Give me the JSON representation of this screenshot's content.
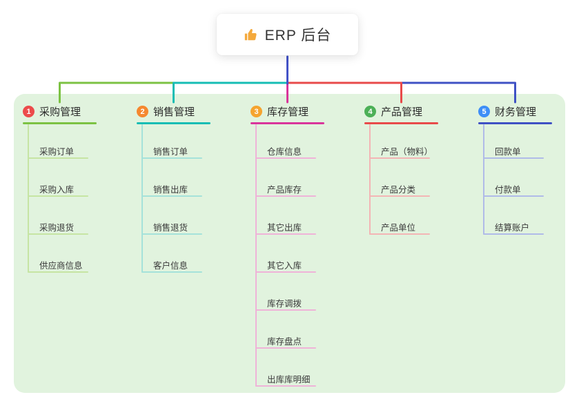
{
  "root": {
    "label": "ERP 后台",
    "icon": "thumbs-up-icon"
  },
  "colors": {
    "panel_bg": "#e1f3de",
    "stem": "#4353c8",
    "thumb": "#f4a93c"
  },
  "branches": [
    {
      "num": "1",
      "label": "采购管理",
      "badge_color": "#ec4b4b",
      "line_color": "#7cc243",
      "child_line_color": "#c6e5a3",
      "children": [
        "采购订单",
        "采购入库",
        "采购退货",
        "供应商信息"
      ]
    },
    {
      "num": "2",
      "label": "销售管理",
      "badge_color": "#f5882f",
      "line_color": "#16bdb4",
      "child_line_color": "#a5e2da",
      "children": [
        "销售订单",
        "销售出库",
        "销售退货",
        "客户信息"
      ]
    },
    {
      "num": "3",
      "label": "库存管理",
      "badge_color": "#f5a42f",
      "line_color": "#d9359b",
      "child_line_color": "#efb3d8",
      "children": [
        "仓库信息",
        "产品库存",
        "其它出库",
        "其它入库",
        "库存调拨",
        "库存盘点",
        "出库库明细"
      ]
    },
    {
      "num": "4",
      "label": "产品管理",
      "badge_color": "#4cb057",
      "line_color": "#e84a4a",
      "child_line_color": "#f3b5b5",
      "children": [
        "产品（物料）",
        "产品分类",
        "产品单位"
      ]
    },
    {
      "num": "5",
      "label": "财务管理",
      "badge_color": "#3e8ef7",
      "line_color": "#3f51c4",
      "child_line_color": "#b0bbe8",
      "children": [
        "回款单",
        "付款单",
        "结算账户"
      ]
    }
  ]
}
